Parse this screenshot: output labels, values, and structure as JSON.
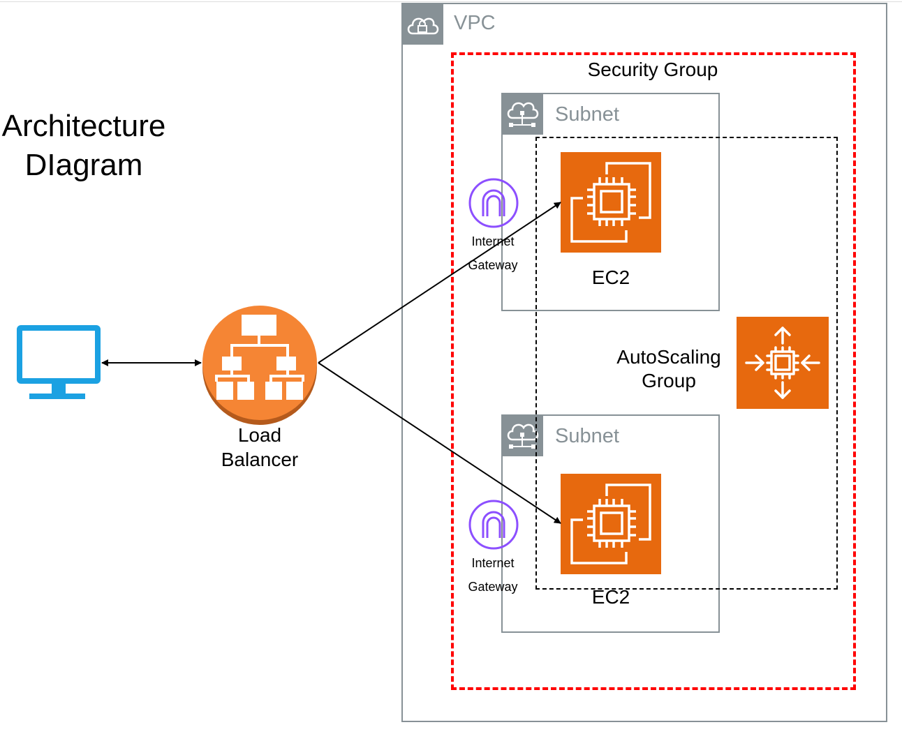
{
  "diagram": {
    "title": "Architecture DIagram",
    "nodes": {
      "client": {
        "icon": "monitor-icon"
      },
      "load_balancer": {
        "label": "Load Balancer",
        "icon": "load-balancer-icon"
      },
      "vpc": {
        "label": "VPC",
        "icon": "cloud-lock-icon"
      },
      "security_group": {
        "label": "Security Group"
      },
      "subnet_1": {
        "label": "Subnet",
        "icon": "cloud-network-icon"
      },
      "subnet_2": {
        "label": "Subnet",
        "icon": "cloud-network-icon"
      },
      "ec2_1": {
        "label": "EC2",
        "icon": "ec2-instance-icon"
      },
      "ec2_2": {
        "label": "EC2",
        "icon": "ec2-instance-icon"
      },
      "internet_gateway_1": {
        "label": "Internet Gateway",
        "icon": "internet-gateway-icon"
      },
      "internet_gateway_2": {
        "label": "Internet Gateway",
        "icon": "internet-gateway-icon"
      },
      "autoscaling_group": {
        "label": "AutoScaling Group",
        "icon": "autoscaling-icon"
      }
    },
    "edges": [
      {
        "from": "client",
        "to": "load_balancer",
        "direction": "both"
      },
      {
        "from": "load_balancer",
        "to": "ec2_1",
        "direction": "forward"
      },
      {
        "from": "load_balancer",
        "to": "ec2_2",
        "direction": "forward"
      }
    ],
    "colors": {
      "aws_orange": "#e7690e",
      "load_balancer": "#f58534",
      "group_gray": "#879196",
      "security_group_border": "#ff0000",
      "monitor": "#1ba1e2",
      "gateway": "#8c4fff"
    }
  }
}
